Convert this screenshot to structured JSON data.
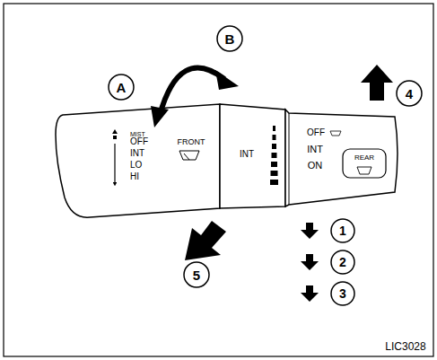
{
  "diagram": {
    "labels": [
      "A",
      "B",
      "4",
      "MIST",
      "OFF",
      "INT",
      "LO",
      "HI",
      "FRONT",
      "INT",
      "OFF",
      "INT",
      "ON",
      "REAR",
      "1",
      "2",
      "3",
      "5",
      "LIC3028"
    ]
  }
}
